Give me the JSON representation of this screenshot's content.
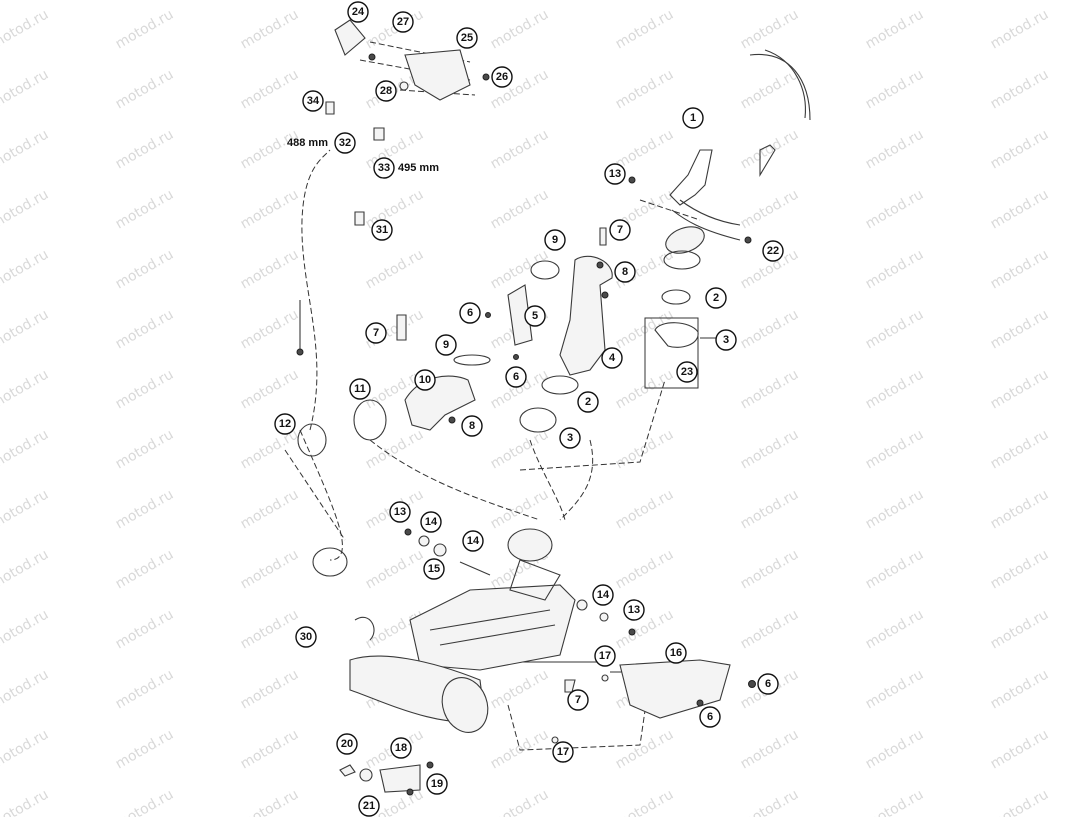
{
  "watermark": "motod.ru",
  "callouts": [
    "1",
    "2",
    "2",
    "3",
    "3",
    "4",
    "5",
    "6",
    "6",
    "6",
    "6",
    "7",
    "7",
    "7",
    "8",
    "8",
    "9",
    "9",
    "10",
    "11",
    "12",
    "13",
    "13",
    "13",
    "14",
    "14",
    "14",
    "15",
    "16",
    "17",
    "17",
    "18",
    "19",
    "20",
    "21",
    "22",
    "23",
    "24",
    "25",
    "26",
    "27",
    "28",
    "30",
    "31",
    "32",
    "33",
    "34"
  ],
  "dimensions": {
    "hose_a": "488 mm",
    "hose_b": "495 mm"
  }
}
